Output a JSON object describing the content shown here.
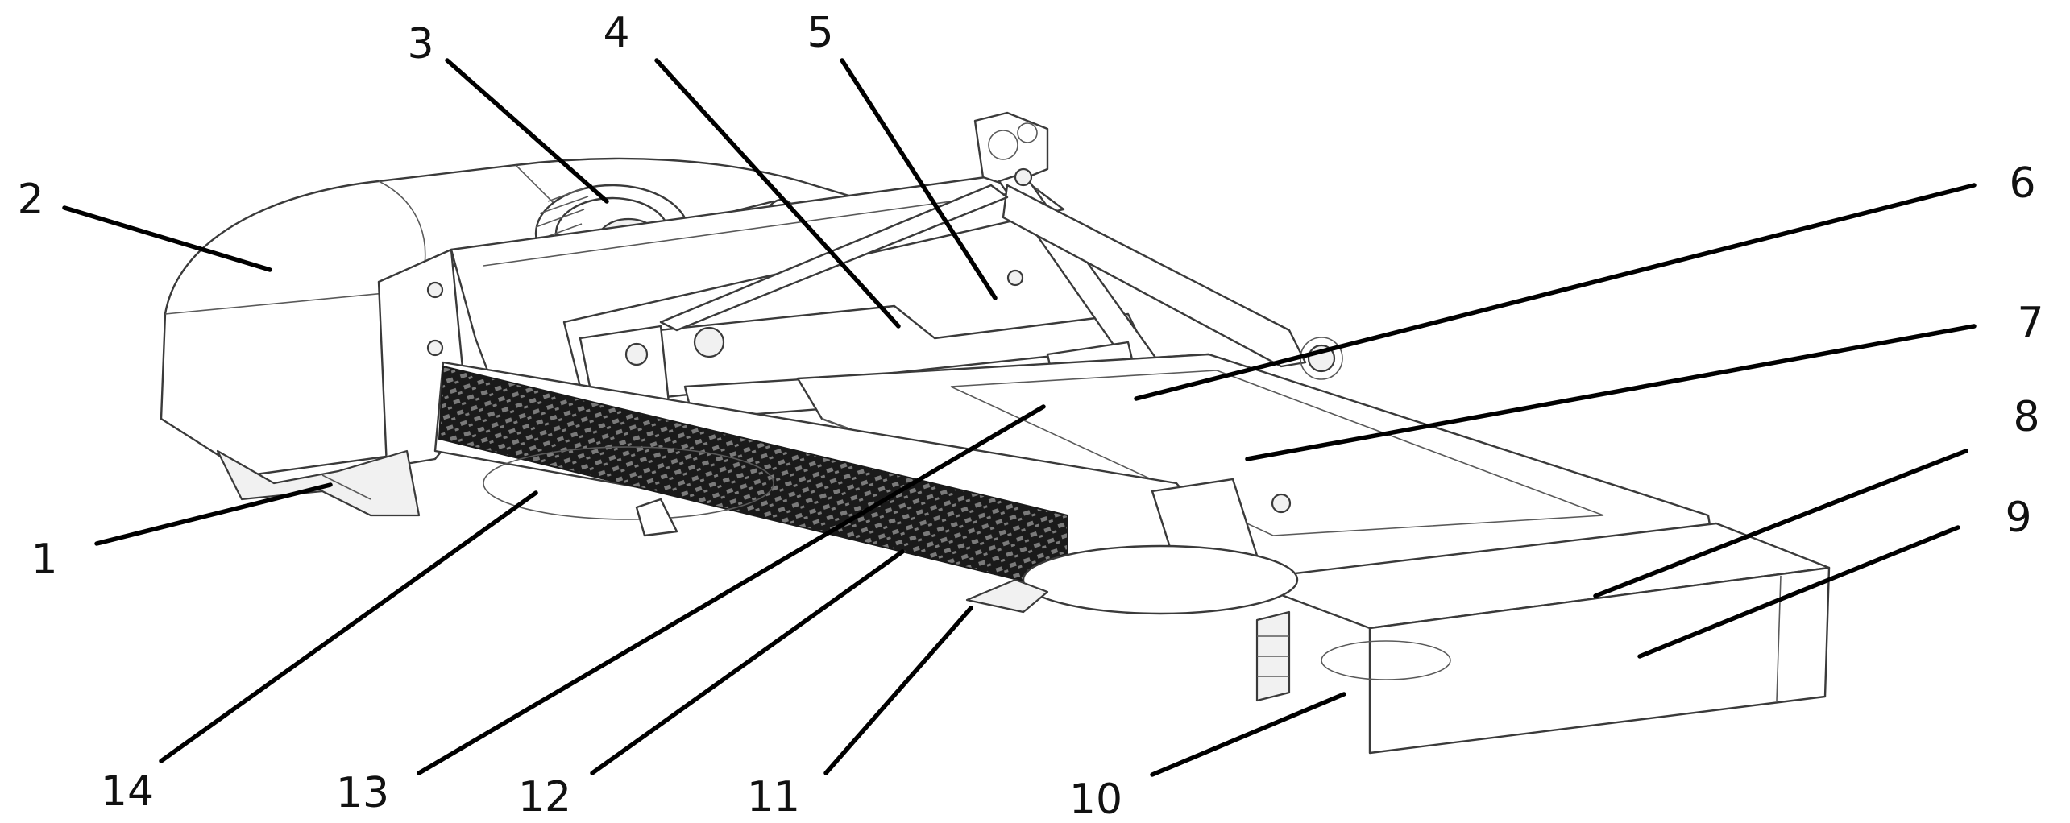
{
  "callouts": [
    {
      "id": "1",
      "label": "1"
    },
    {
      "id": "2",
      "label": "2"
    },
    {
      "id": "3",
      "label": "3"
    },
    {
      "id": "4",
      "label": "4"
    },
    {
      "id": "5",
      "label": "5"
    },
    {
      "id": "6",
      "label": "6"
    },
    {
      "id": "7",
      "label": "7"
    },
    {
      "id": "8",
      "label": "8"
    },
    {
      "id": "9",
      "label": "9"
    },
    {
      "id": "10",
      "label": "10"
    },
    {
      "id": "11",
      "label": "11"
    },
    {
      "id": "12",
      "label": "12"
    },
    {
      "id": "13",
      "label": "13"
    },
    {
      "id": "14",
      "label": "14"
    }
  ],
  "colors": {
    "line": "#000000",
    "outline": "#3a3a3a",
    "mesh": "#1a1a1a",
    "background": "#ffffff"
  }
}
